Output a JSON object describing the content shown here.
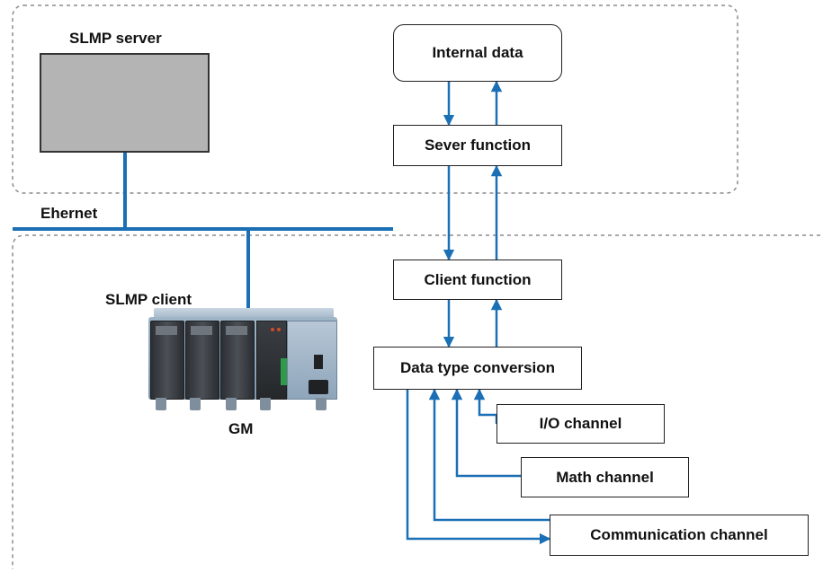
{
  "labels": {
    "slmp_server": "SLMP server",
    "ethernet": "Ehernet",
    "slmp_client": "SLMP client",
    "gm": "GM"
  },
  "boxes": {
    "internal_data": "Internal data",
    "server_function": "Sever function",
    "client_function": "Client function",
    "data_type_conversion": "Data type conversion",
    "io_channel": "I/O channel",
    "math_channel": "Math channel",
    "communication_channel": "Communication channel"
  },
  "colors": {
    "connector": "#1a6fb5",
    "dashed_border": "#8c8c8c",
    "box_border": "#231f20",
    "server_screen": "#b4b4b4"
  },
  "icons": {
    "server": "monitor-icon",
    "gm_device": "gm-data-logger-icon"
  }
}
